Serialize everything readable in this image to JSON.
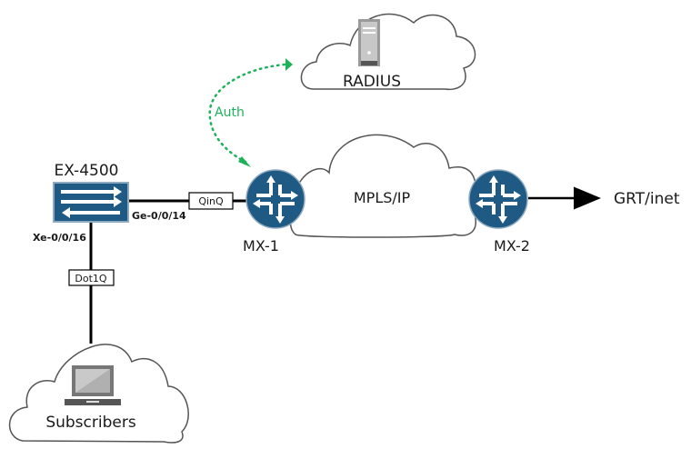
{
  "diagram": {
    "nodes": {
      "radius": {
        "label": "RADIUS",
        "icon": "server-icon"
      },
      "switch": {
        "label": "EX-4500",
        "icon": "switch-icon"
      },
      "mx1": {
        "label": "MX-1",
        "icon": "router-icon"
      },
      "mx2": {
        "label": "MX-2",
        "icon": "router-icon"
      },
      "mpls": {
        "label": "MPLS/IP"
      },
      "subscribers": {
        "label": "Subscribers",
        "icon": "laptop-icon"
      },
      "grt": {
        "label": "GRT/inet"
      }
    },
    "ports": {
      "ge": "Ge-0/0/14",
      "xe": "Xe-0/0/16"
    },
    "links": {
      "qinq": "QinQ",
      "dot1q": "Dot1Q",
      "auth": "Auth"
    },
    "colors": {
      "device_blue": "#1f5a84",
      "auth_green": "#1db25a",
      "cloud_stroke": "#555555"
    }
  }
}
